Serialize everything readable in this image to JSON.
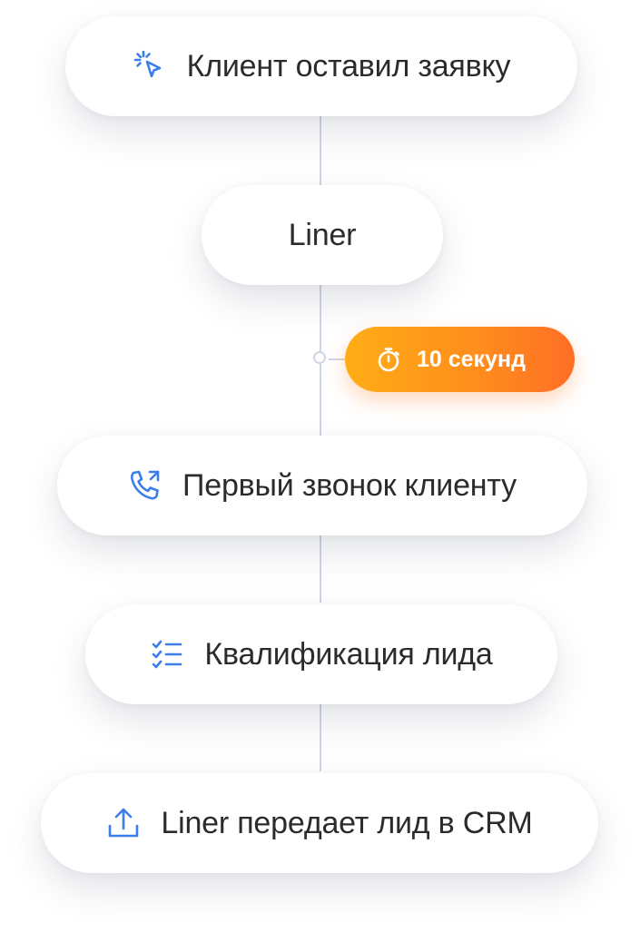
{
  "steps": [
    {
      "label": "Клиент оставил заявку",
      "icon": "cursor-click-icon"
    },
    {
      "label": "Liner",
      "icon": ""
    },
    {
      "label": "Первый звонок клиенту",
      "icon": "phone-call-icon"
    },
    {
      "label": "Квалификация лида",
      "icon": "checklist-icon"
    },
    {
      "label": "Liner передает лид в CRM",
      "icon": "upload-icon"
    }
  ],
  "timer": {
    "label": "10 секунд",
    "icon": "stopwatch-icon"
  },
  "colors": {
    "icon_accent": "#3b7de9",
    "connector": "#cfd6e4",
    "badge_start": "#ffad16",
    "badge_end": "#ff6e26",
    "text": "#2b2b2b"
  }
}
